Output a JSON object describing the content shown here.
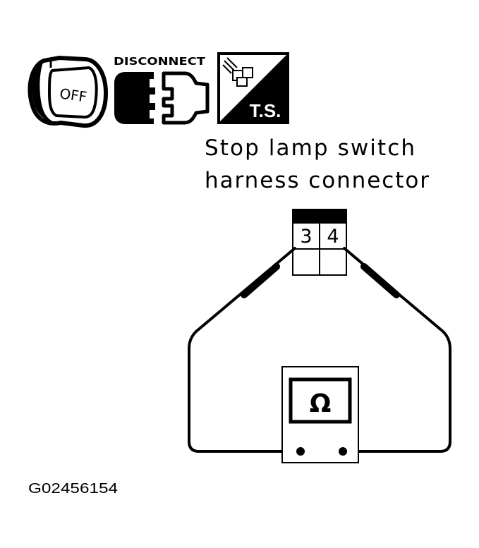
{
  "icons": {
    "ignition": {
      "icon": "ignition-key-icon",
      "text": "OFF"
    },
    "disconnect": {
      "icon": "disconnect-connector-icon",
      "text": "DISCONNECT"
    },
    "test_station": {
      "icon": "test-station-icon",
      "text": "T.S."
    }
  },
  "connector": {
    "title_line1": "Stop lamp switch",
    "title_line2": "harness connector",
    "pin_left": "3",
    "pin_right": "4"
  },
  "meter": {
    "symbol": "Ω",
    "icon": "ohmmeter-icon"
  },
  "figure_id": "G02456154"
}
